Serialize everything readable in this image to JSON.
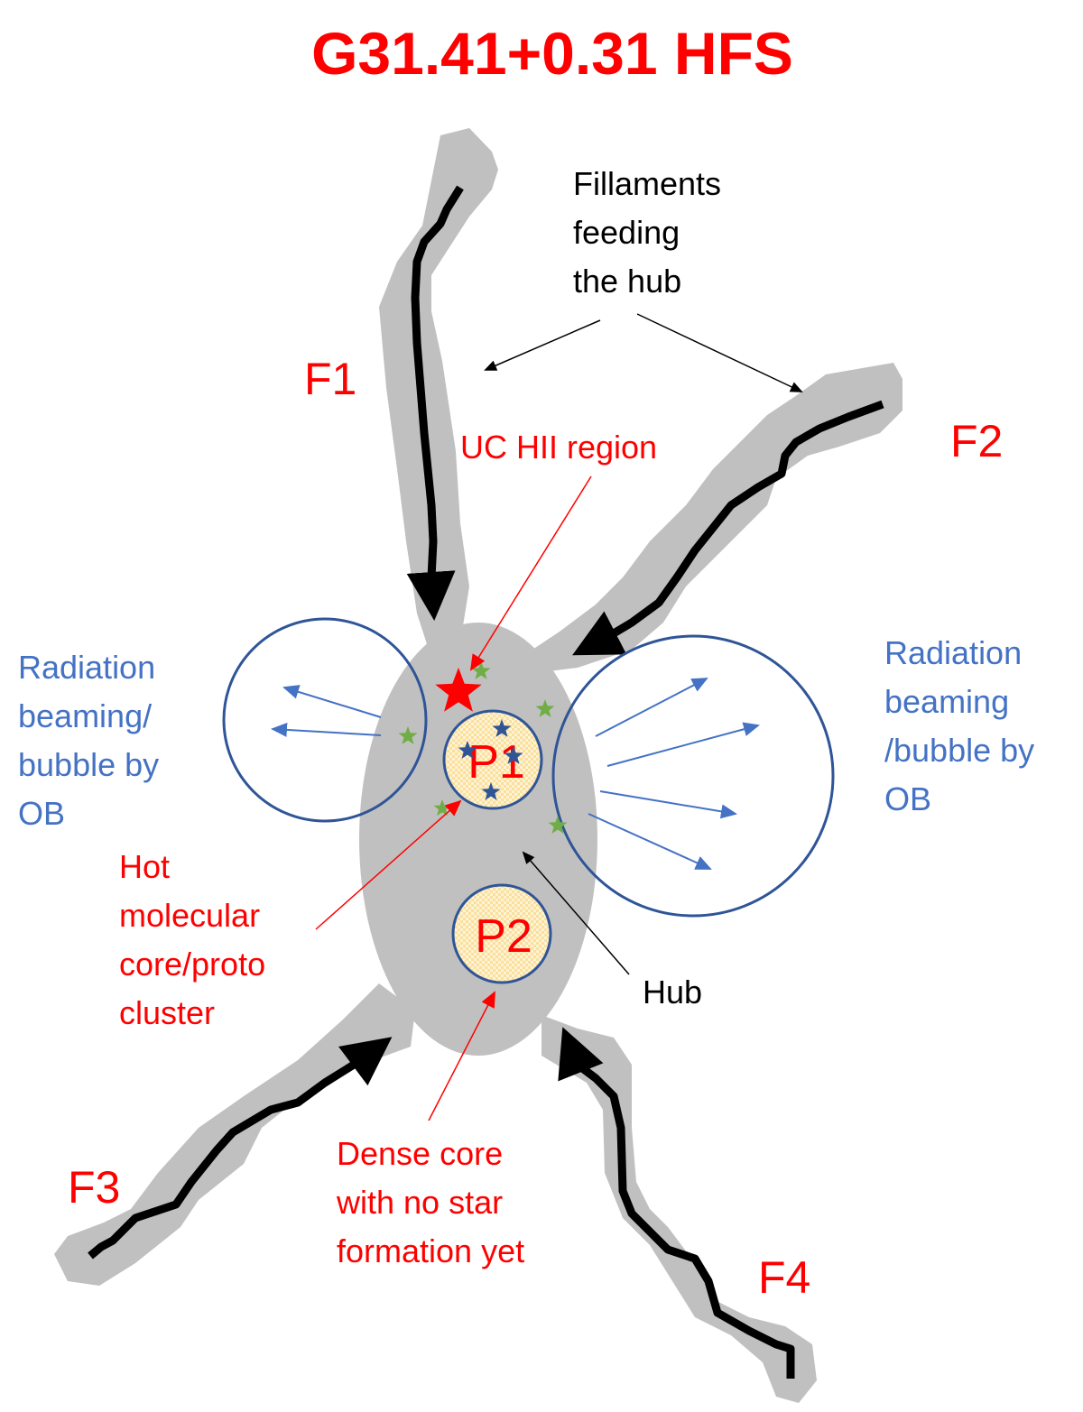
{
  "title": "G31.41+0.31 HFS",
  "colors": {
    "gas": "#c0c0c0",
    "filament_spine": "#000000",
    "label_red": "#ff0000",
    "label_blue": "#4472c4",
    "bubble_outline": "#2f5597",
    "core_fill": "#fde9b4",
    "young_star": "#70ad47",
    "embedded_star": "#2f5597"
  },
  "filaments": [
    {
      "id": "F1",
      "label": "F1"
    },
    {
      "id": "F2",
      "label": "F2"
    },
    {
      "id": "F3",
      "label": "F3"
    },
    {
      "id": "F4",
      "label": "F4"
    }
  ],
  "cores": [
    {
      "id": "P1",
      "label": "P1"
    },
    {
      "id": "P2",
      "label": "P2"
    }
  ],
  "annotations": {
    "filaments_feeding": [
      "Fillaments",
      "feeding",
      "the hub"
    ],
    "uc_hii": [
      "UC HII region"
    ],
    "radiation_left": [
      "Radiation",
      "beaming/",
      "bubble by",
      "OB"
    ],
    "radiation_right": [
      "Radiation",
      "beaming",
      "/bubble by",
      "OB"
    ],
    "hot_core": [
      "Hot",
      "molecular",
      "core/proto",
      "cluster"
    ],
    "hub": [
      "Hub"
    ],
    "dense_core": [
      "Dense core",
      "with no star",
      "formation yet"
    ]
  }
}
